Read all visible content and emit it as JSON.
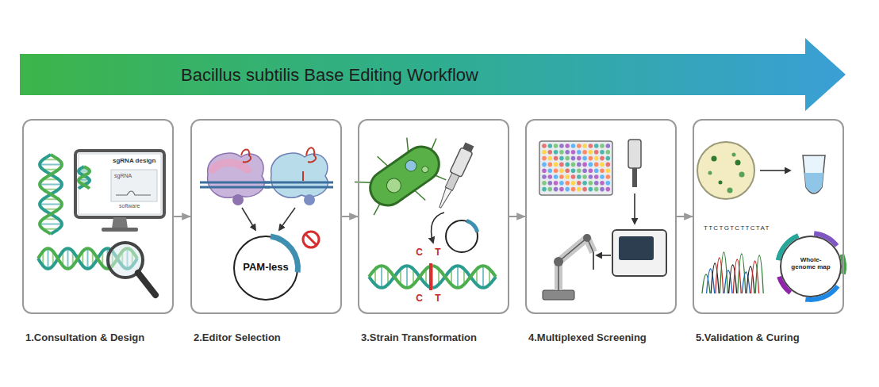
{
  "diagram": {
    "title": "Bacillus subtilis Base Editing Workflow",
    "nodes": [
      {
        "text": [
          "1.Consultation & Design"
        ]
      },
      {
        "text": [
          "2.Editor Selection"
        ]
      },
      {
        "text": [
          "3.Strain Transformation"
        ]
      },
      {
        "text": [
          "4.Multiplexed Screening"
        ]
      },
      {
        "text": [
          "5.Validation & Curing"
        ]
      }
    ],
    "edges": [
      {
        "from": 0,
        "to": 1,
        "arrow": "to"
      },
      {
        "from": 1,
        "to": 2,
        "arrow": "to"
      },
      {
        "from": 2,
        "to": 3,
        "arrow": "to"
      },
      {
        "from": 3,
        "to": 4,
        "arrow": "to"
      }
    ],
    "labels": [
      "sgRNA design",
      "sgRNA",
      "software",
      "PAM-less",
      "C T",
      "C T",
      "TTCTGTCTTCTAT",
      "Whole-genome map"
    ]
  }
}
